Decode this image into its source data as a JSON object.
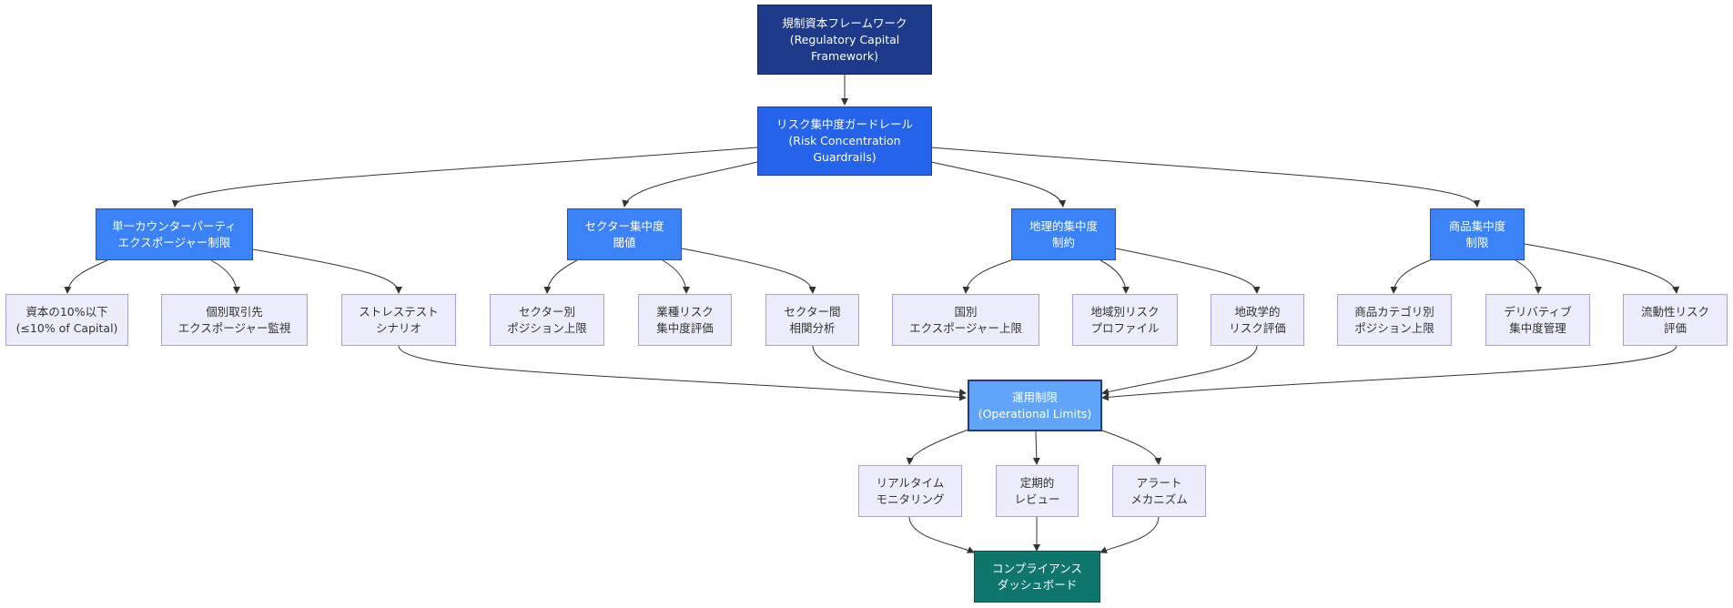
{
  "nodes": {
    "root": {
      "line1": "規制資本フレームワーク",
      "line2": "(Regulatory Capital",
      "line3": "Framework)"
    },
    "guardrails": {
      "line1": "リスク集中度ガードレール",
      "line2": "(Risk Concentration",
      "line3": "Guardrails)"
    },
    "single_counterparty": {
      "line1": "単一カウンターパーティ",
      "line2": "エクスポージャー制限"
    },
    "sector": {
      "line1": "セクター集中度",
      "line2": "閾値"
    },
    "geographic": {
      "line1": "地理的集中度",
      "line2": "制約"
    },
    "commodity": {
      "line1": "商品集中度",
      "line2": "制限"
    },
    "capital_10pct": {
      "line1": "資本の10%以下",
      "line2": "(≤10% of Capital)"
    },
    "individual_monitor": {
      "line1": "個別取引先",
      "line2": "エクスポージャー監視"
    },
    "stress_test": {
      "line1": "ストレステスト",
      "line2": "シナリオ"
    },
    "sector_position": {
      "line1": "セクター別",
      "line2": "ポジション上限"
    },
    "industry_risk": {
      "line1": "業種リスク",
      "line2": "集中度評価"
    },
    "sector_correlation": {
      "line1": "セクター間",
      "line2": "相関分析"
    },
    "country_exposure": {
      "line1": "国別",
      "line2": "エクスポージャー上限"
    },
    "regional_profile": {
      "line1": "地域別リスク",
      "line2": "プロファイル"
    },
    "geopolitical": {
      "line1": "地政学的",
      "line2": "リスク評価"
    },
    "commodity_category": {
      "line1": "商品カテゴリ別",
      "line2": "ポジション上限"
    },
    "derivative": {
      "line1": "デリバティブ",
      "line2": "集中度管理"
    },
    "liquidity": {
      "line1": "流動性リスク",
      "line2": "評価"
    },
    "operational": {
      "line1": "運用制限",
      "line2": "(Operational Limits)"
    },
    "realtime": {
      "line1": "リアルタイム",
      "line2": "モニタリング"
    },
    "periodic": {
      "line1": "定期的",
      "line2": "レビュー"
    },
    "alert": {
      "line1": "アラート",
      "line2": "メカニズム"
    },
    "dashboard": {
      "line1": "コンプライアンス",
      "line2": "ダッシュボード"
    }
  },
  "colors": {
    "root": "#1e3a8a",
    "guardrails": "#2563eb",
    "category": "#3b82f6",
    "operational": "#60a5fa",
    "leaf": "#ececfd",
    "leaf_border": "#a5a0e0",
    "dashboard": "#0f766e",
    "edge": "#333333"
  }
}
